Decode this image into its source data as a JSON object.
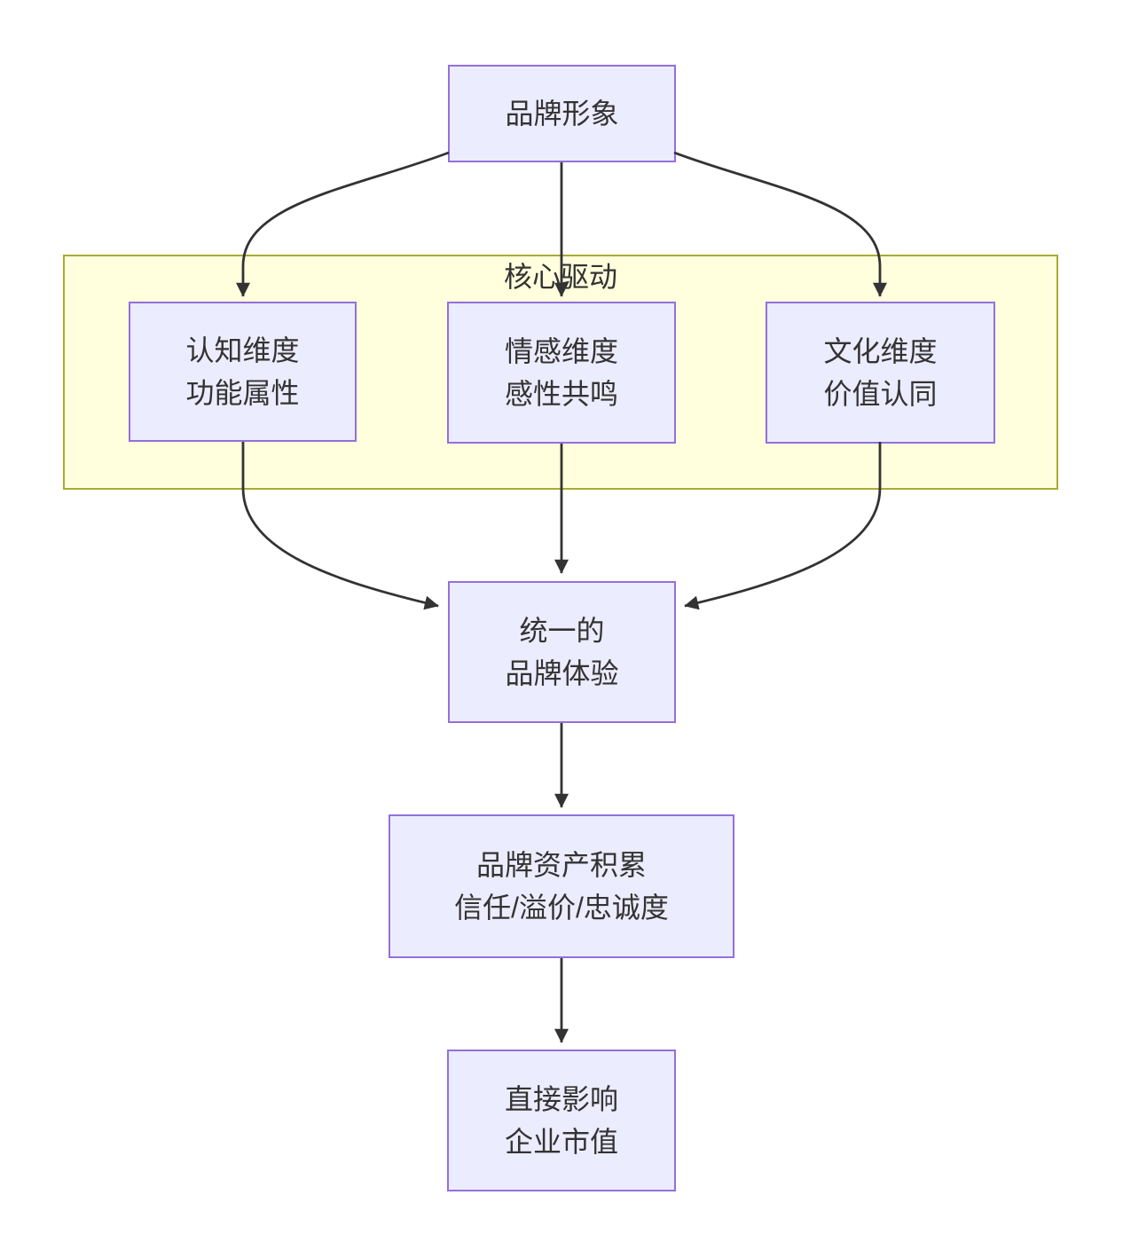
{
  "diagram": {
    "type": "flowchart-top-down",
    "cluster": {
      "label": "核心驱动"
    },
    "nodes": {
      "brand_image": {
        "label": "品牌形象"
      },
      "cognitive": {
        "line1": "认知维度",
        "line2": "功能属性"
      },
      "emotional": {
        "line1": "情感维度",
        "line2": "感性共鸣"
      },
      "cultural": {
        "line1": "文化维度",
        "line2": "价值认同"
      },
      "unified_experience": {
        "line1": "统一的",
        "line2": "品牌体验"
      },
      "brand_equity": {
        "line1": "品牌资产积累",
        "line2": "信任/溢价/忠诚度"
      },
      "market_value": {
        "line1": "直接影响",
        "line2": "企业市值"
      }
    },
    "edges": [
      {
        "from": "品牌形象",
        "to": "认知维度 功能属性"
      },
      {
        "from": "品牌形象",
        "to": "情感维度 感性共鸣"
      },
      {
        "from": "品牌形象",
        "to": "文化维度 价值认同"
      },
      {
        "from": "认知维度 功能属性",
        "to": "统一的 品牌体验"
      },
      {
        "from": "情感维度 感性共鸣",
        "to": "统一的 品牌体验"
      },
      {
        "from": "文化维度 价值认同",
        "to": "统一的 品牌体验"
      },
      {
        "from": "统一的 品牌体验",
        "to": "品牌资产积累 信任/溢价/忠诚度"
      },
      {
        "from": "品牌资产积累 信任/溢价/忠诚度",
        "to": "直接影响 企业市值"
      }
    ],
    "colors": {
      "node_fill": "#ECECFF",
      "node_border": "#9370DB",
      "cluster_fill": "#ffffde",
      "cluster_border": "#aaaa33",
      "edge": "#333333",
      "text": "#333333",
      "background": "#ffffff"
    }
  }
}
